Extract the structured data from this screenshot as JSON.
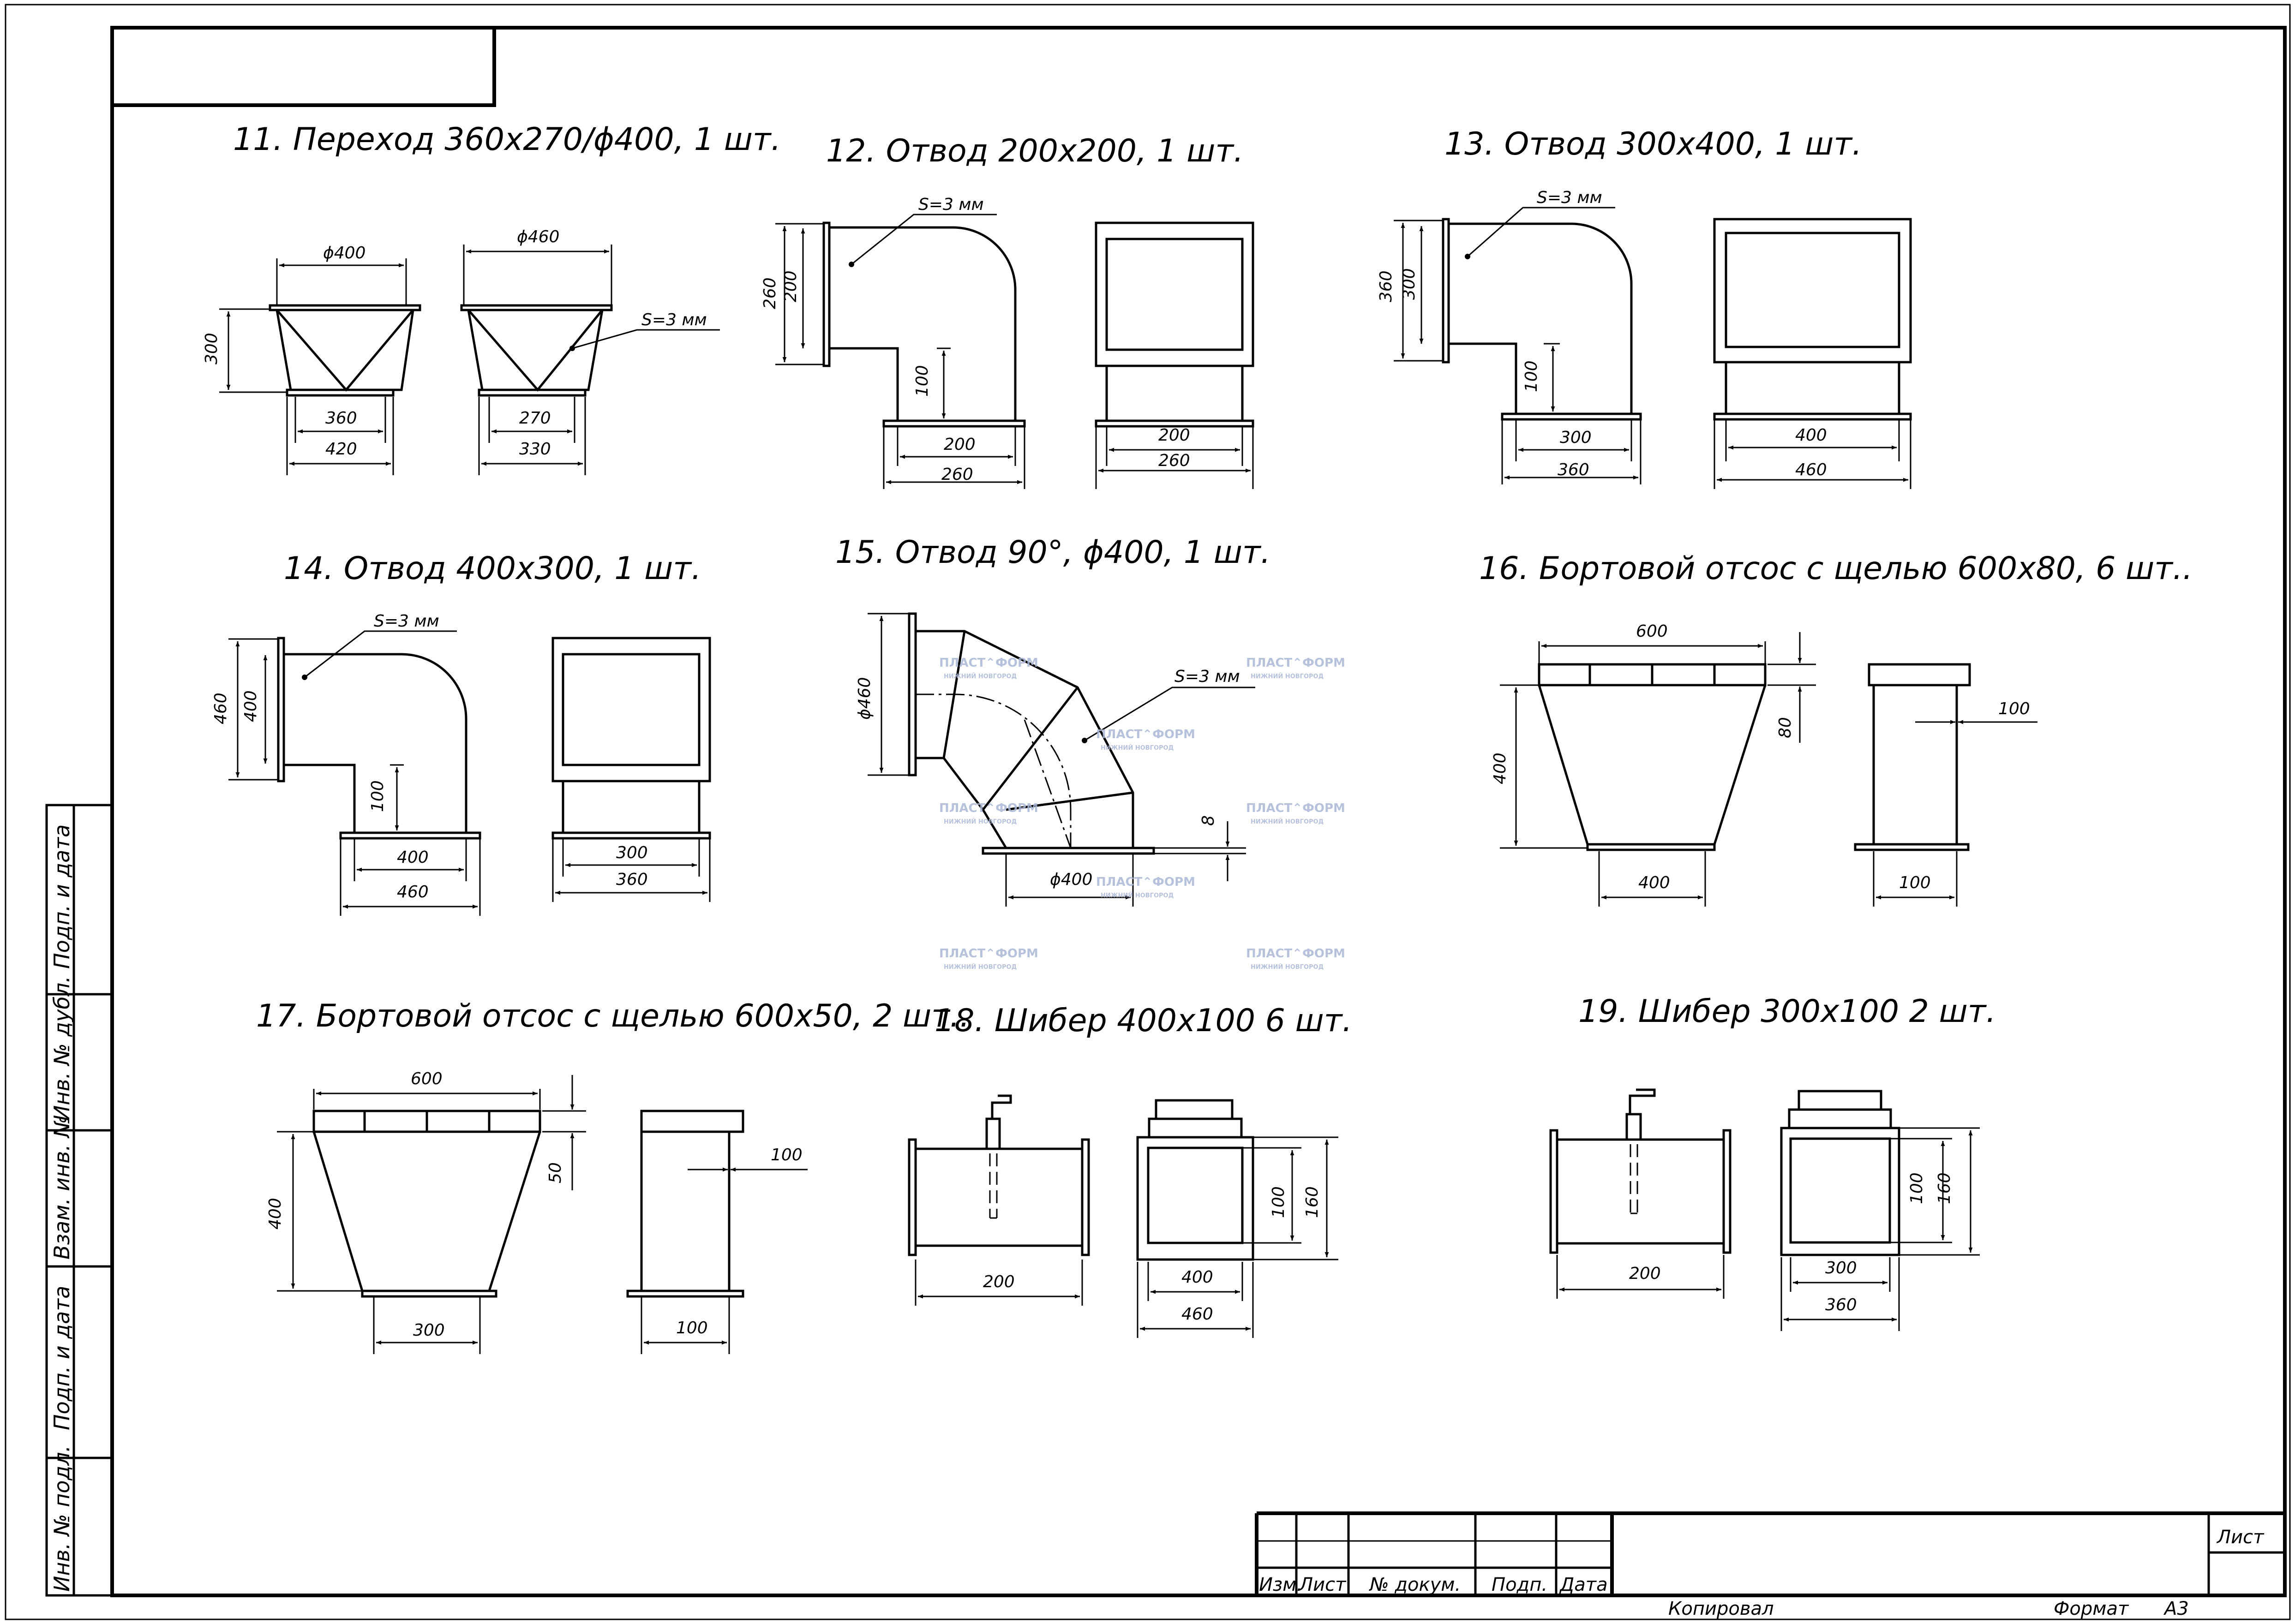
{
  "titles": {
    "t11": "11. Переход 360х270/ϕ400, 1 шт.",
    "t12": "12. Отвод 200х200, 1 шт.",
    "t13": "13. Отвод 300х400, 1 шт.",
    "t14": "14. Отвод 400х300, 1 шт.",
    "t15": "15. Отвод 90°, ϕ400, 1 шт.",
    "t16": "16. Бортовой отсос с щелью 600х80, 6 шт..",
    "t17": "17. Бортовой отсос с щелью 600х50, 2 шт..",
    "t18": "18. Шибер 400х100 6 шт.",
    "t19": "19. Шибер 300х100 2 шт."
  },
  "dims": {
    "d11": {
      "top1": "ϕ400",
      "top2": "ϕ460",
      "h": "300",
      "b1": "360",
      "b1o": "420",
      "b2": "270",
      "b2o": "330",
      "s": "S=3 мм"
    },
    "d12": {
      "s": "S=3 мм",
      "h_out": "260",
      "h_in": "200",
      "leg": "100",
      "w_in": "200",
      "w_out": "260",
      "fw_in": "200",
      "fw_out": "260"
    },
    "d13": {
      "s": "S=3 мм",
      "h_out": "360",
      "h_in": "300",
      "leg": "100",
      "w_in": "300",
      "w_out": "360",
      "fw_in": "400",
      "fw_out": "460"
    },
    "d14": {
      "s": "S=3 мм",
      "h_out": "460",
      "h_in": "400",
      "leg": "100",
      "w_in": "400",
      "w_out": "460",
      "fw_in": "300",
      "fw_out": "360"
    },
    "d15": {
      "dia": "ϕ460",
      "s": "S=3 мм",
      "t": "8",
      "w": "ϕ400"
    },
    "d16": {
      "w": "600",
      "h": "400",
      "slot": "80",
      "b": "400",
      "side_w": "100",
      "side_b": "100"
    },
    "d17": {
      "w": "600",
      "h": "400",
      "slot": "50",
      "b": "300",
      "side_w": "100",
      "side_b": "100"
    },
    "d18": {
      "len": "200",
      "h_in": "100",
      "h_out": "160",
      "w_in": "400",
      "w_out": "460"
    },
    "d19": {
      "len": "200",
      "h_in": "100",
      "h_out": "160",
      "w_in": "300",
      "w_out": "360"
    }
  },
  "side_labels": [
    "Подп. и дата",
    "Инв. № дубл.",
    "Взам. инв. №",
    "Подп. и дата",
    "Инв. № подл."
  ],
  "stamp": {
    "izm": "Изм.",
    "list": "Лист",
    "ndoc": "№ докум.",
    "podp": "Подп.",
    "data": "Дата",
    "list_right": "Лист",
    "kopiroval": "Копировал",
    "format": "Формат",
    "format_value": "А3"
  },
  "watermark": {
    "brand": "ПЛАСТ⌃ФОРМ",
    "city": "НИЖНИЙ НОВГОРОД"
  }
}
